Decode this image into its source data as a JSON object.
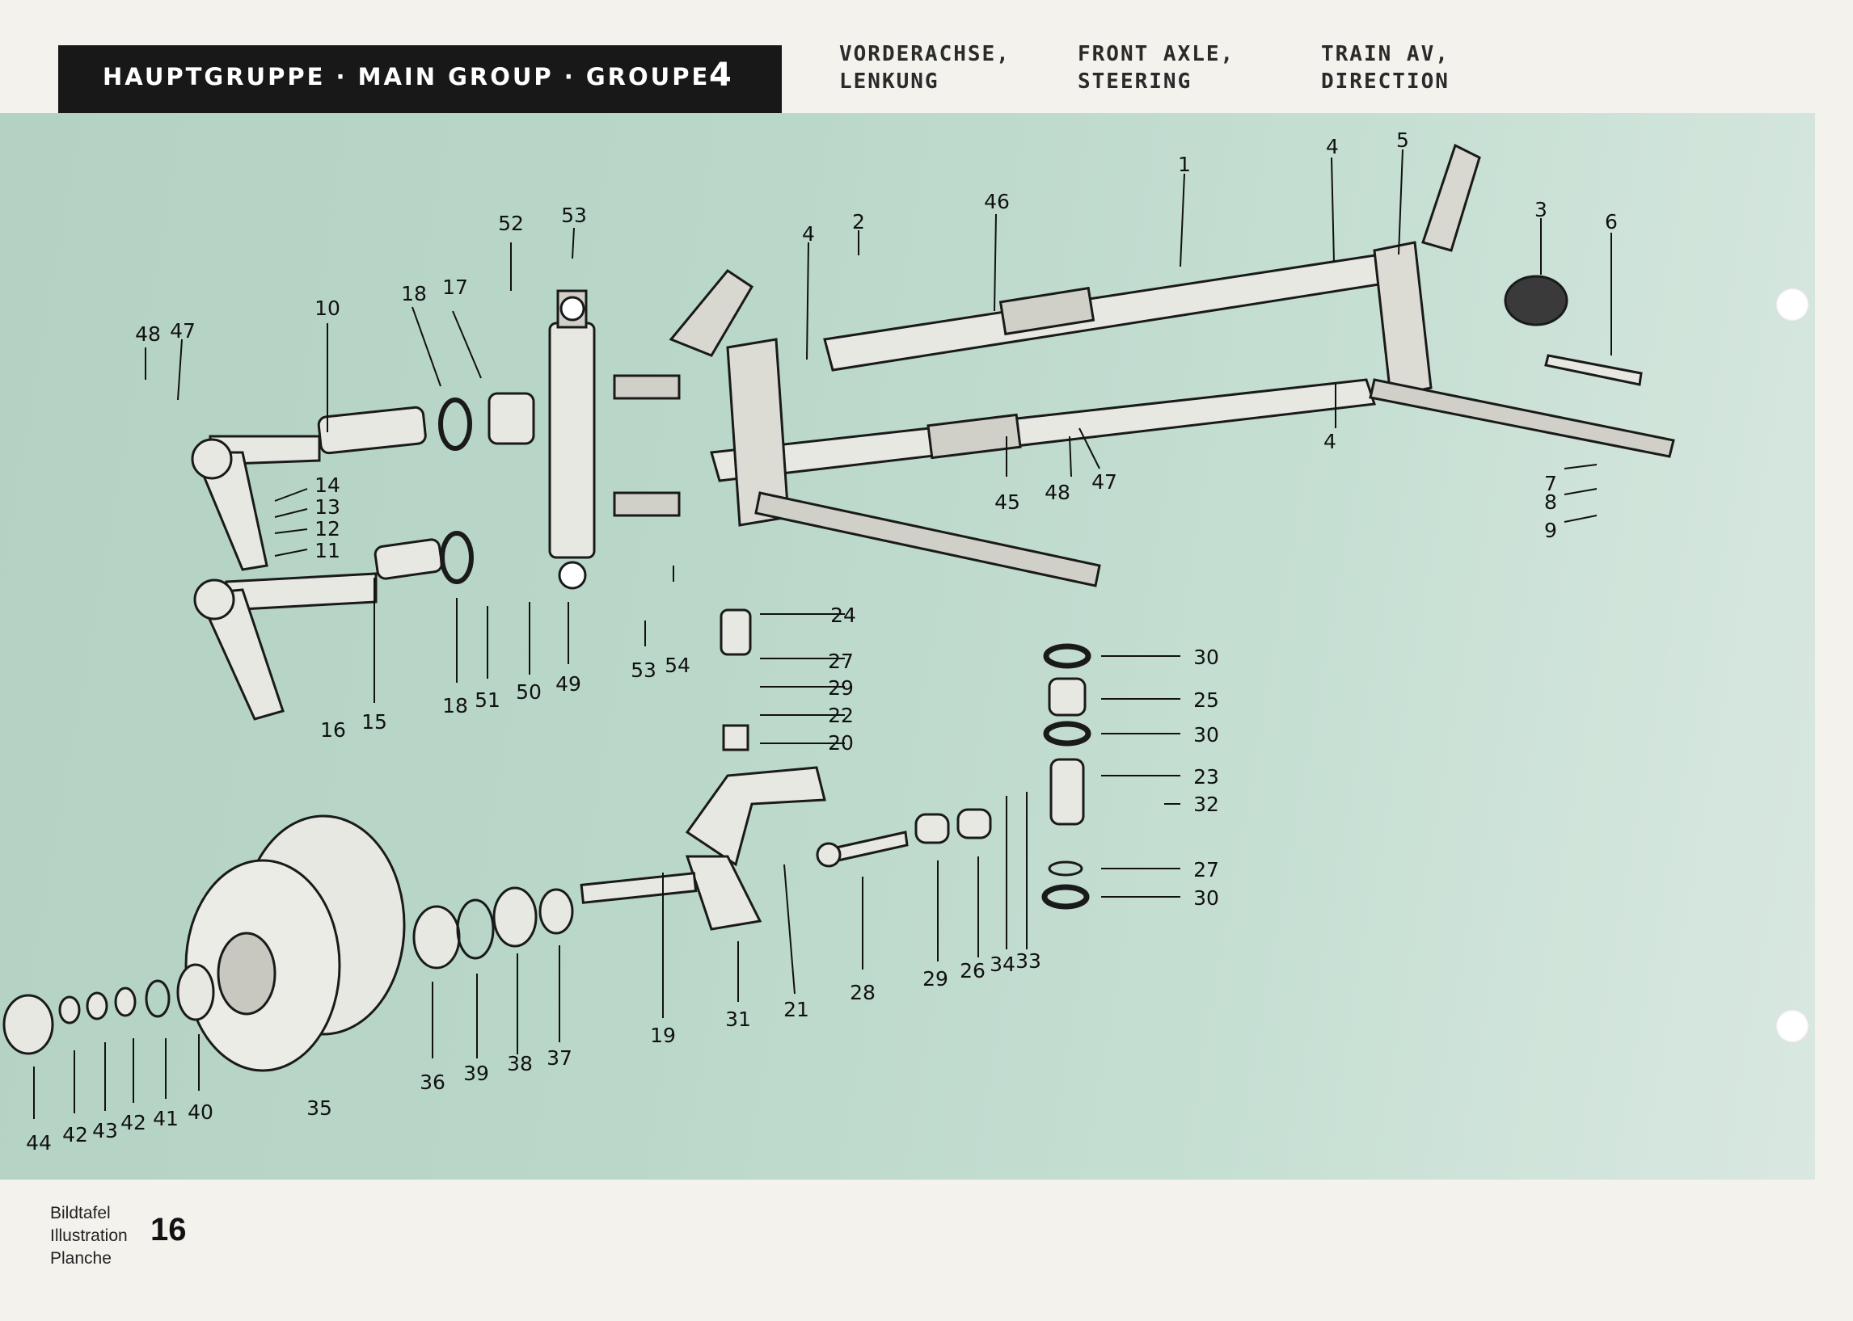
{
  "header": {
    "group_label": "HAUPTGRUPPE · MAIN GROUP · GROUPE",
    "group_number": "4",
    "titles": [
      {
        "line1": "VORDERACHSE,",
        "line2": "LENKUNG"
      },
      {
        "line1": "FRONT AXLE,",
        "line2": "STEERING"
      },
      {
        "line1": "TRAIN AV,",
        "line2": "DIRECTION"
      }
    ]
  },
  "callouts": [
    "1",
    "2",
    "3",
    "4",
    "4",
    "4",
    "5",
    "6",
    "7",
    "8",
    "9",
    "10",
    "11",
    "12",
    "13",
    "14",
    "15",
    "16",
    "17",
    "18",
    "18",
    "19",
    "20",
    "21",
    "22",
    "23",
    "24",
    "25",
    "26",
    "27",
    "27",
    "28",
    "29",
    "29",
    "30",
    "30",
    "30",
    "31",
    "32",
    "33",
    "34",
    "35",
    "36",
    "37",
    "38",
    "39",
    "40",
    "41",
    "42",
    "42",
    "43",
    "44",
    "45",
    "46",
    "47",
    "47",
    "48",
    "48",
    "49",
    "50",
    "51",
    "52",
    "53",
    "53",
    "54"
  ],
  "footer": {
    "line1": "Bildtafel",
    "line2": "Illustration",
    "line3": "Planche",
    "plate_number": "16"
  },
  "colors": {
    "plate_bg": "#b8d5c7",
    "header_bar": "#181818",
    "paper": "#f3f2ec"
  }
}
